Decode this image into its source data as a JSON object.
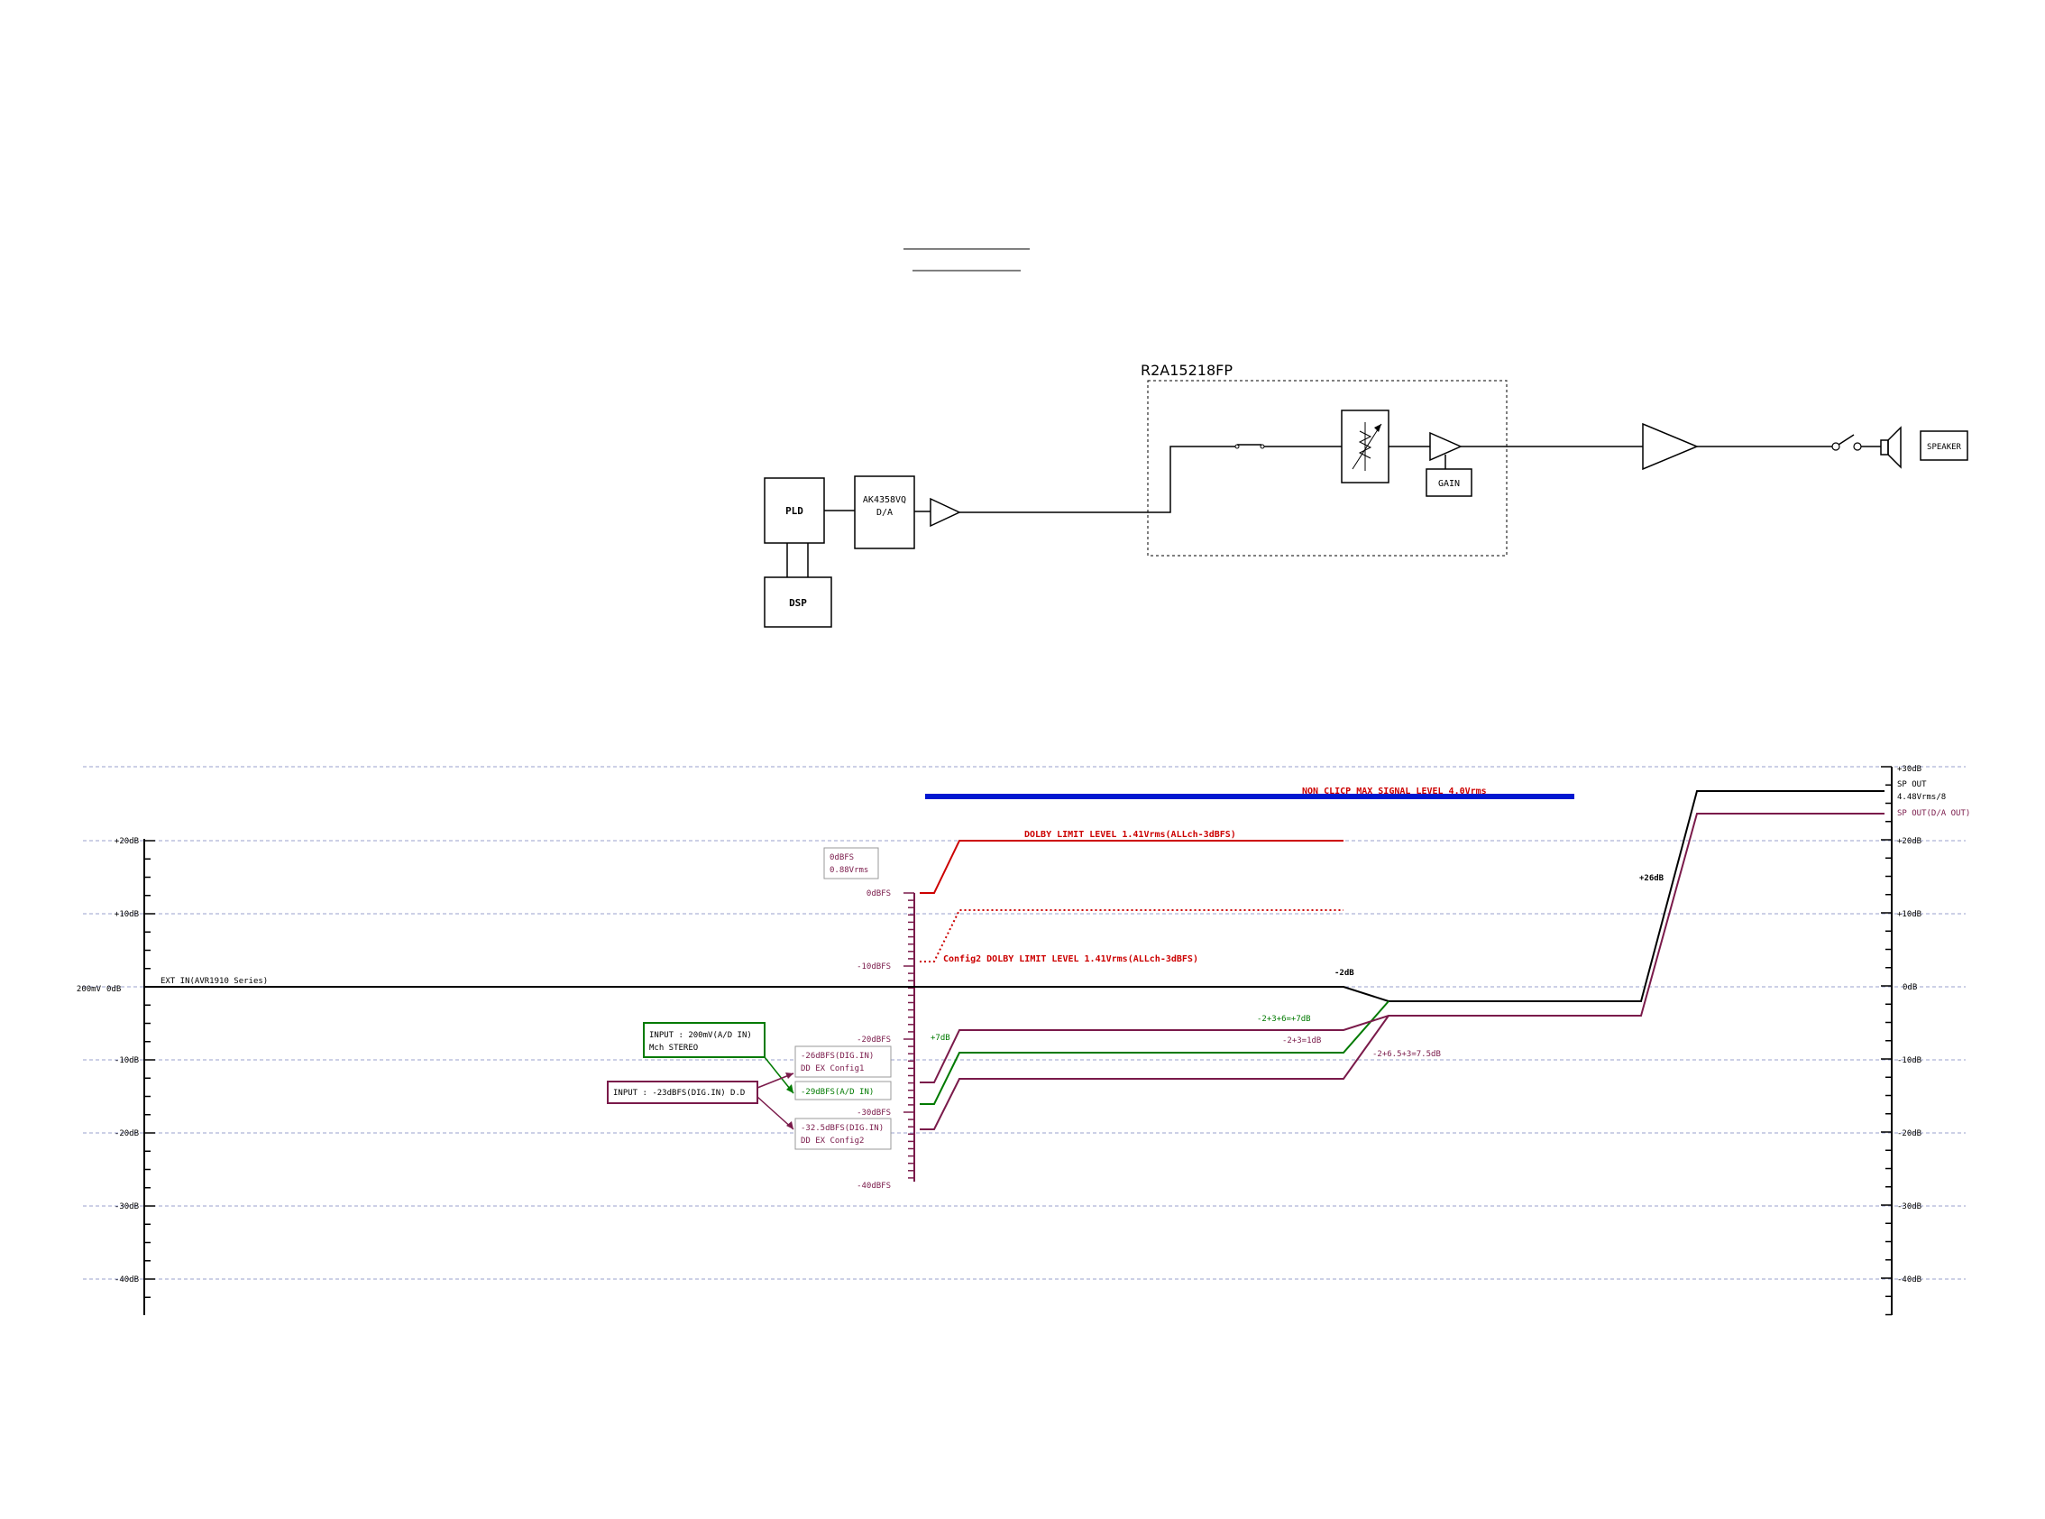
{
  "block_diagram": {
    "chip_label": "R2A15218FP",
    "pld_label": "PLD",
    "dsp_label": "DSP",
    "dac_line1": "AK4358VQ",
    "dac_line2": "D/A",
    "gain_label": "GAIN",
    "speaker_label": "SPEAKER"
  },
  "level_diagram": {
    "left_axis": {
      "ticks": [
        "+20dB",
        "+10dB",
        "0dB",
        "-10dB",
        "-20dB",
        "-30dB",
        "-40dB"
      ],
      "ref_label": "200mV"
    },
    "mid_axis": {
      "ticks": [
        "0dBFS",
        "-10dBFS",
        "-20dBFS",
        "-30dBFS",
        "-40dBFS"
      ]
    },
    "right_axis": {
      "ticks": [
        "+30dB",
        "+20dB",
        "+10dB",
        "0dB",
        "-10dB",
        "-20dB",
        "-30dB",
        "-40dB"
      ]
    },
    "labels": {
      "ext_in": "EXT IN(AVR1910 Series)",
      "non_clip": "NON CLICP MAX SIGNAL LEVEL 4.0Vrms",
      "dolby_limit": "DOLBY LIMIT LEVEL 1.41Vrms(ALLch-3dBFS)",
      "config2_dolby": "Config2  DOLBY LIMIT LEVEL 1.41Vrms(ALLch-3dBFS)",
      "fs_box_line1": "0dBFS",
      "fs_box_line2": "0.88Vrms",
      "input_ad_line1": "INPUT :  200mV(A/D IN)",
      "input_ad_line2": "Mch STEREO",
      "input_dig": "INPUT : -23dBFS(DIG.IN) D.D",
      "cfg1_line1": "-26dBFS(DIG.IN)",
      "cfg1_line2": "DD EX Config1",
      "ad_in": "-29dBFS(A/D IN)",
      "cfg2_line1": "-32.5dBFS(DIG.IN)",
      "cfg2_line2": "DD EX Config2",
      "plus7": "+7dB",
      "minus2": "-2dB",
      "calc_green": "-2+3+6=+7dB",
      "calc_purple1": "-2+3=1dB",
      "calc_purple2": "-2+6.5+3=7.5dB",
      "plus26": "+26dB",
      "sp_out": "SP OUT",
      "sp_out_level": "4.48Vrms/8",
      "sp_out_da": "SP OUT(D/A OUT)"
    }
  },
  "colors": {
    "black": "#000000",
    "red": "#cc0000",
    "blue": "#0018d0",
    "green": "#007a00",
    "purple": "#7a1a4a",
    "grid": "#9aa0cc"
  }
}
